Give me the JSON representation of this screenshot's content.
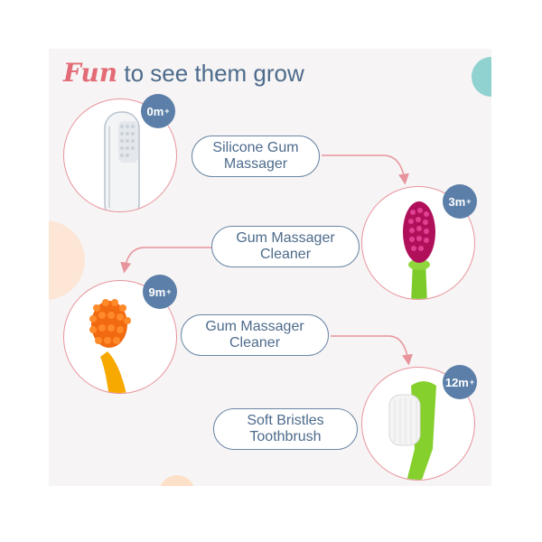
{
  "title": {
    "accent": "Fun",
    "rest": "to see them grow"
  },
  "stages": [
    {
      "age": "0m",
      "label_line1": "Silicone Gum",
      "label_line2": "Massager"
    },
    {
      "age": "3m",
      "label_line1": "Gum Massager",
      "label_line2": "Cleaner"
    },
    {
      "age": "9m",
      "label_line1": "Gum Massager",
      "label_line2": "Cleaner"
    },
    {
      "age": "12m",
      "label_line1": "Soft Bristles",
      "label_line2": "Toothbrush"
    }
  ],
  "age_suffix": "+",
  "colors": {
    "accent_pink": "#e36b77",
    "navy": "#4d6b8c",
    "badge_blue": "#5b7fa8",
    "arrow": "#e8949c",
    "panel_bg": "#f6f4f4"
  }
}
